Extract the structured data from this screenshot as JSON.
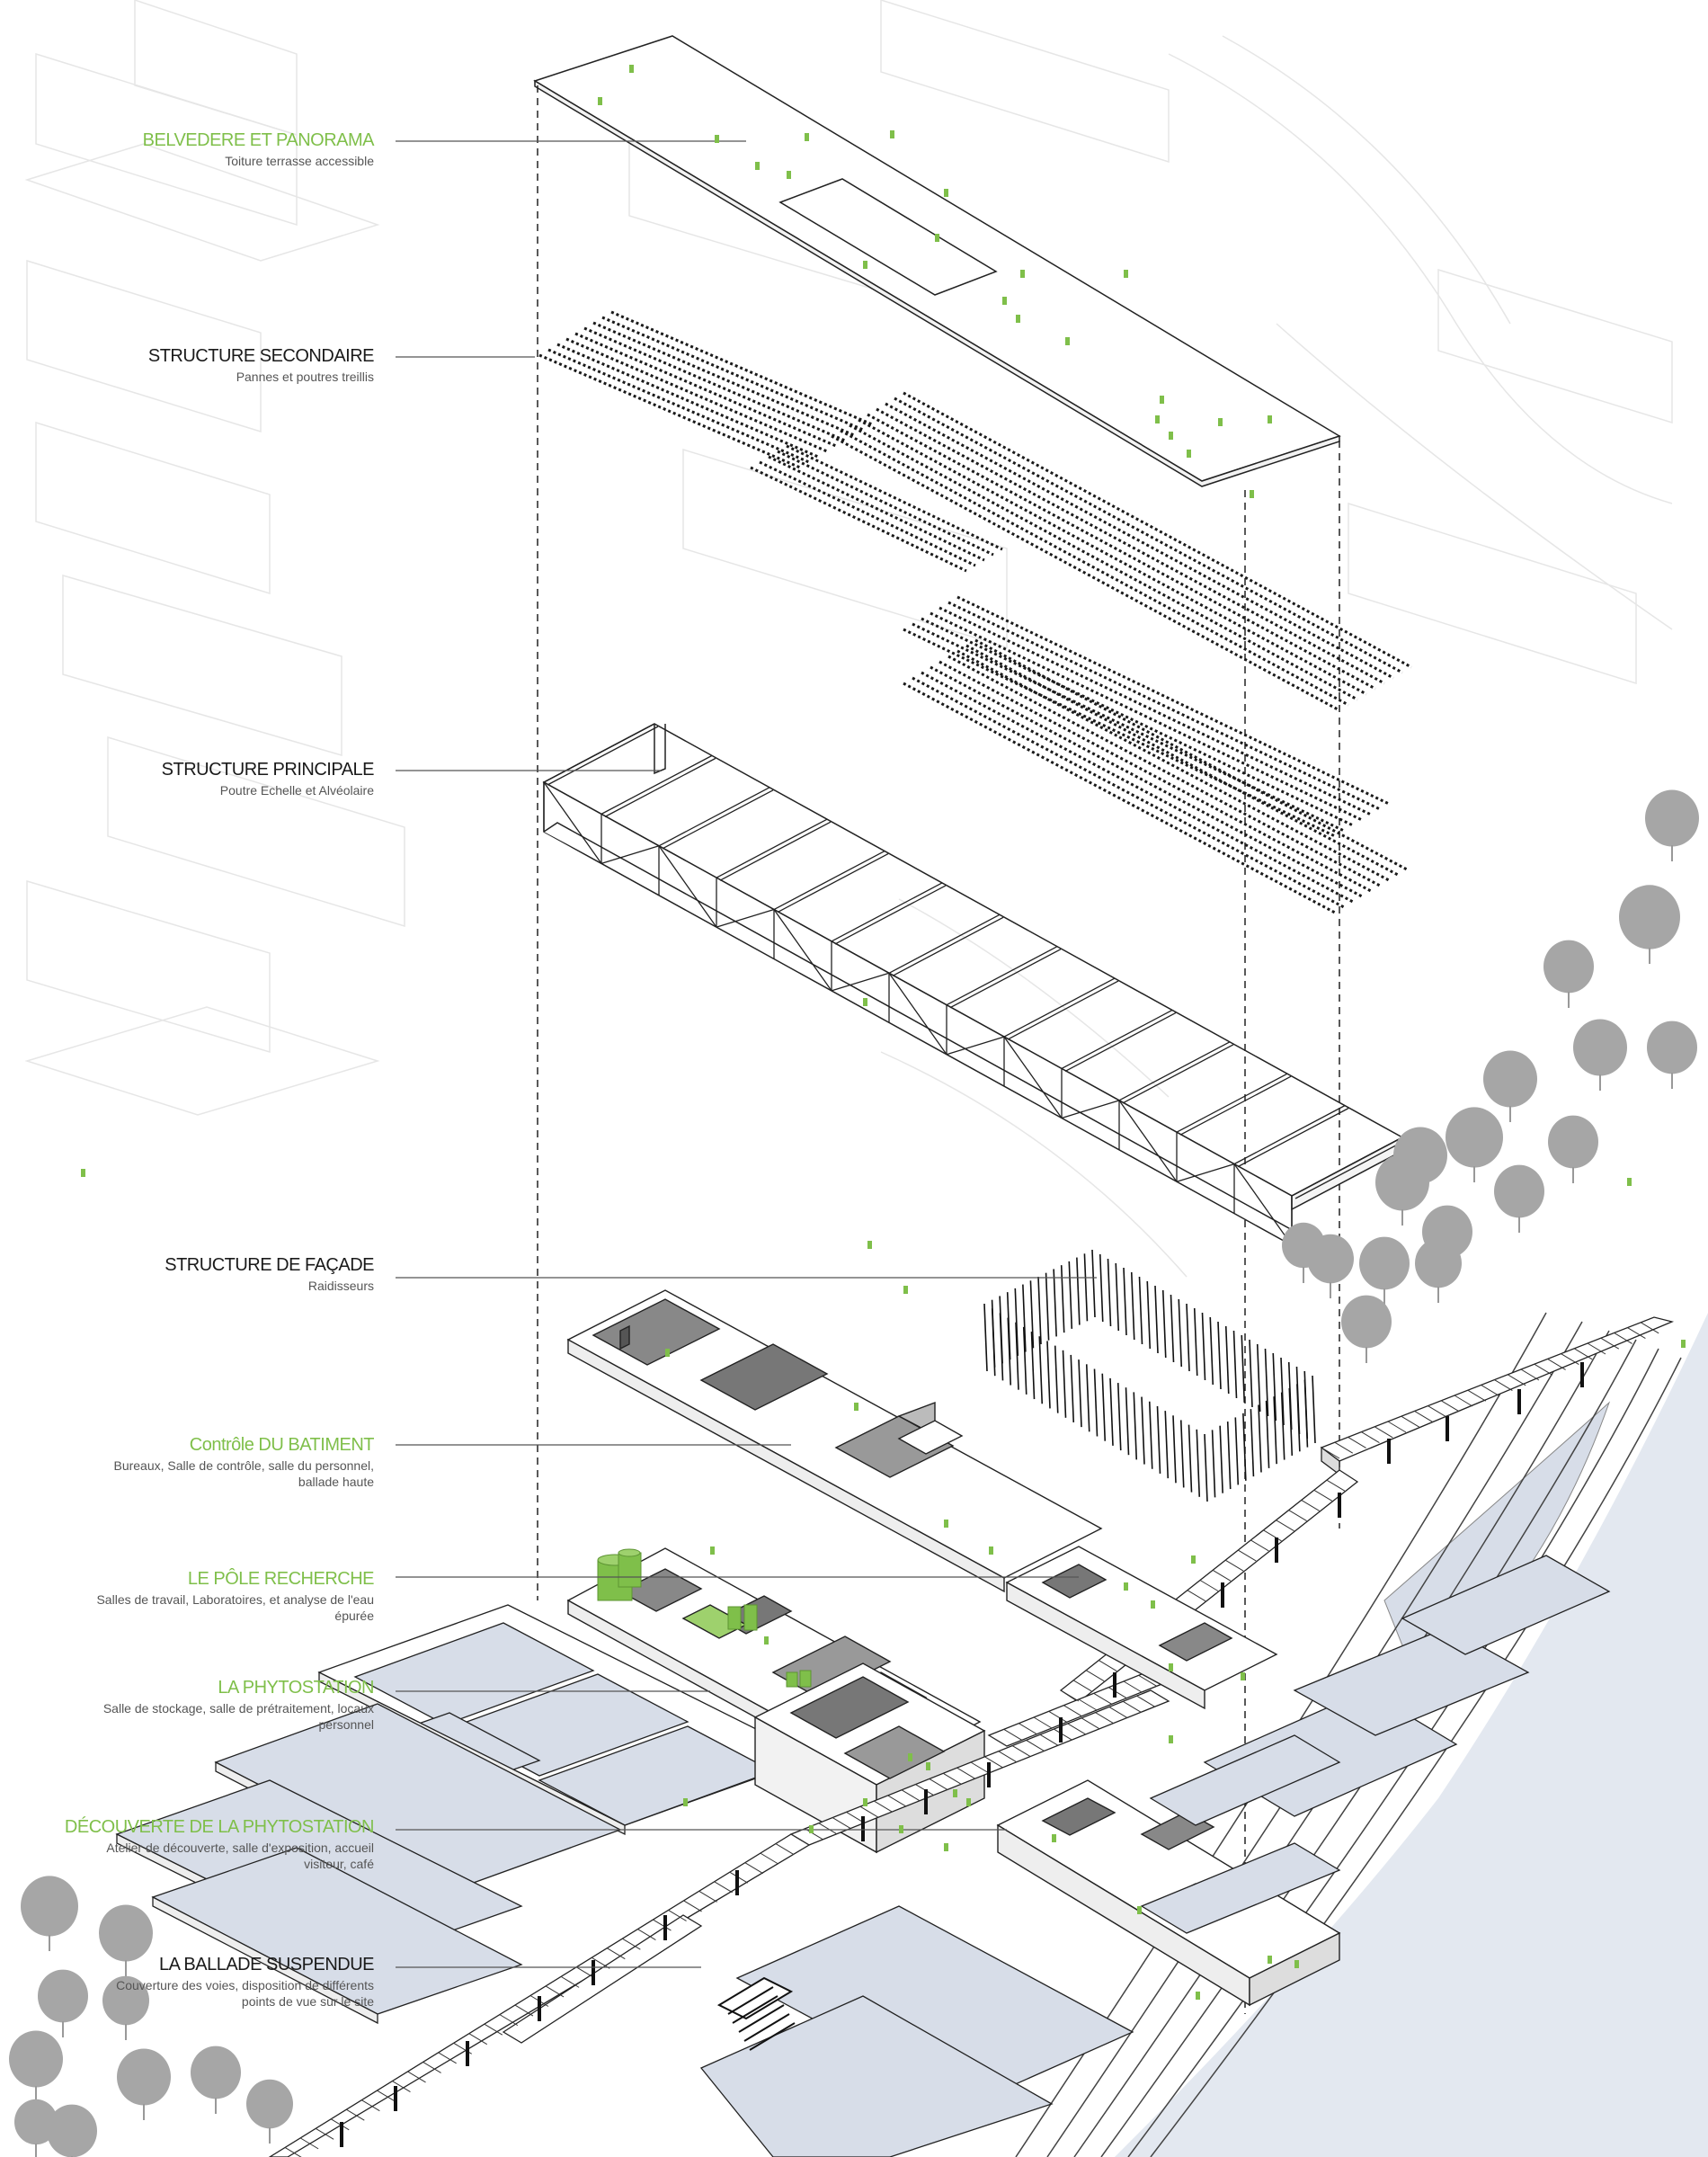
{
  "colors": {
    "green": "#7fbf4a",
    "black": "#1a1a1a",
    "water": "#d7dde8",
    "tree": "#a6a6a6",
    "context": "#e4e4e4"
  },
  "labels": [
    {
      "id": "belvedere",
      "title": "BELVEDERE ET PANORAMA",
      "color": "#7fbf4a",
      "sub": [
        "Toiture terrasse accessible"
      ]
    },
    {
      "id": "structure-secondaire",
      "title": "STRUCTURE SECONDAIRE",
      "color": "#1a1a1a",
      "sub": [
        "Pannes et poutres treillis"
      ]
    },
    {
      "id": "structure-principale",
      "title": "STRUCTURE PRINCIPALE",
      "color": "#1a1a1a",
      "sub": [
        "Poutre Echelle et Alvéolaire"
      ]
    },
    {
      "id": "structure-facade",
      "title": "STRUCTURE DE FAÇADE",
      "color": "#1a1a1a",
      "sub": [
        "Raidisseurs"
      ]
    },
    {
      "id": "controle-batiment",
      "title": "Contrôle DU BATIMENT",
      "color": "#7fbf4a",
      "sub": [
        "Bureaux, Salle de contrôle, salle du personnel,",
        "ballade haute"
      ]
    },
    {
      "id": "pole-recherche",
      "title": "LE PÔLE RECHERCHE",
      "color": "#7fbf4a",
      "sub": [
        "Salles de travail, Laboratoires, et analyse de l'eau",
        "épurée"
      ]
    },
    {
      "id": "phytostation",
      "title": "LA PHYTOSTATION",
      "color": "#7fbf4a",
      "sub": [
        "Salle de stockage, salle de prétraitement, locaux",
        "personnel"
      ]
    },
    {
      "id": "decouverte",
      "title": "DÉCOUVERTE DE LA PHYTOSTATION",
      "color": "#7fbf4a",
      "sub": [
        "Atelier de découverte, salle d'exposition, accueil",
        "visiteur, café"
      ]
    },
    {
      "id": "ballade",
      "title": "LA BALLADE SUSPENDUE",
      "color": "#1a1a1a",
      "sub": [
        "Couverture des voies, disposition de différents",
        "points de vue sur le site"
      ]
    }
  ]
}
